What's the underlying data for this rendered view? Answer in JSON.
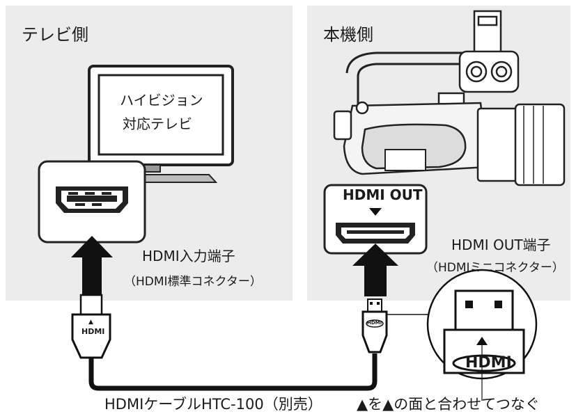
{
  "tv_side": {
    "title": "テレビ側",
    "screen_line1": "ハイビジョン",
    "screen_line2": "対応テレビ",
    "port_name": "HDMI入力端子",
    "port_sub": "（HDMI標準コネクター）"
  },
  "camera_side": {
    "title": "本機側",
    "port_badge": "HDMI OUT",
    "port_name": "HDMI OUT端子",
    "port_sub": "（HDMIミニコネクター）"
  },
  "cable": {
    "label": "HDMIケーブルHTC-100（別売）",
    "plug_logo": "HDMI",
    "plug_mark": "▲"
  },
  "note": "▲を▲の面と合わせてつなぐ"
}
